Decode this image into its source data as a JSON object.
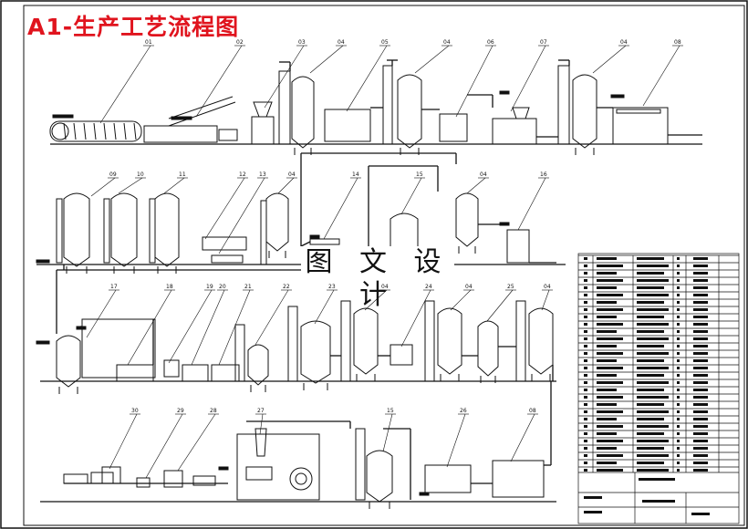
{
  "title": "A1-生产工艺流程图",
  "watermark": "图 文 设 计",
  "labels": {
    "row1": [
      "01",
      "02",
      "03",
      "04",
      "05",
      "04",
      "06",
      "07",
      "04",
      "08"
    ],
    "row2": [
      "09",
      "10",
      "11",
      "12",
      "13",
      "04",
      "14",
      "15",
      "04",
      "16"
    ],
    "row3": [
      "17",
      "18",
      "19",
      "20",
      "21",
      "22",
      "23",
      "04",
      "24",
      "04",
      "25",
      "04"
    ],
    "row4": [
      "30",
      "29",
      "28",
      "27",
      "15",
      "26",
      "08"
    ]
  },
  "colors": {
    "title": "#e0141e",
    "lines": "#111111"
  }
}
